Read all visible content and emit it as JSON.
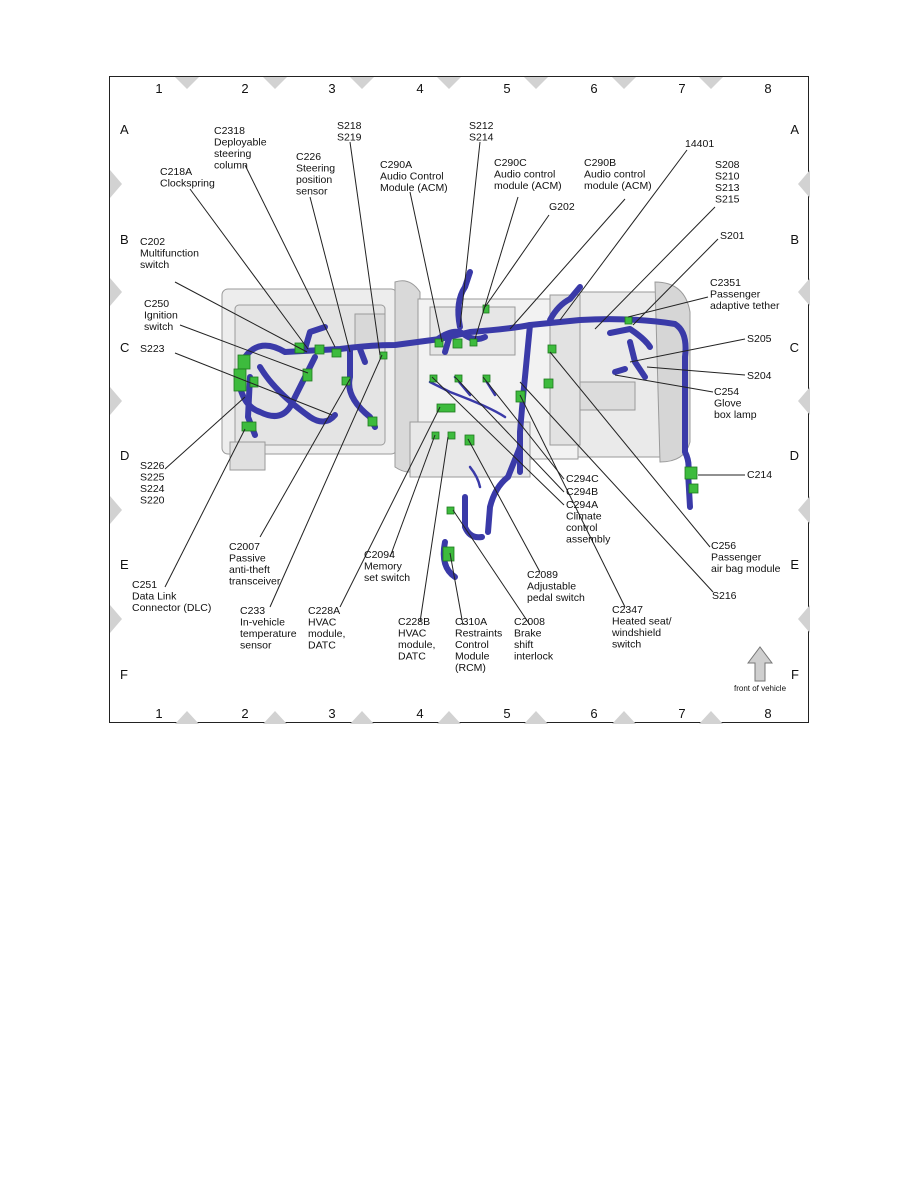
{
  "grid": {
    "columns": [
      "1",
      "2",
      "3",
      "4",
      "5",
      "6",
      "7",
      "8"
    ],
    "rows": [
      "A",
      "B",
      "C",
      "D",
      "E",
      "F"
    ]
  },
  "colors": {
    "harness": "#3a3aa8",
    "connector": "#3dbb3d",
    "frame": "#222222",
    "marker": "#d2d2d2"
  },
  "front_label": "front of vehicle",
  "callouts": [
    {
      "id": "c2318",
      "lines": [
        "C2318",
        "Deployable",
        "steering",
        "column"
      ]
    },
    {
      "id": "s218",
      "lines": [
        "S218",
        "S219"
      ]
    },
    {
      "id": "c226",
      "lines": [
        "C226",
        "Steering",
        "position",
        "sensor"
      ]
    },
    {
      "id": "c218a",
      "lines": [
        "C218A",
        "Clockspring"
      ]
    },
    {
      "id": "c290a",
      "lines": [
        "C290A",
        "Audio Control",
        "Module (ACM)"
      ]
    },
    {
      "id": "s212",
      "lines": [
        "S212",
        "S214"
      ]
    },
    {
      "id": "c290c",
      "lines": [
        "C290C",
        "Audio control",
        "module (ACM)"
      ]
    },
    {
      "id": "g202",
      "lines": [
        "G202"
      ]
    },
    {
      "id": "c290b",
      "lines": [
        "C290B",
        "Audio control",
        "module (ACM)"
      ]
    },
    {
      "id": "n14401",
      "lines": [
        "14401"
      ]
    },
    {
      "id": "s208",
      "lines": [
        "S208",
        "S210",
        "S213",
        "S215"
      ]
    },
    {
      "id": "s201",
      "lines": [
        "S201"
      ]
    },
    {
      "id": "c202",
      "lines": [
        "C202",
        "Multifunction",
        "switch"
      ]
    },
    {
      "id": "c2351",
      "lines": [
        "C2351",
        "Passenger",
        "adaptive tether"
      ]
    },
    {
      "id": "c250",
      "lines": [
        "C250",
        "Ignition",
        "switch"
      ]
    },
    {
      "id": "s205",
      "lines": [
        "S205"
      ]
    },
    {
      "id": "s223",
      "lines": [
        "S223"
      ]
    },
    {
      "id": "s204",
      "lines": [
        "S204"
      ]
    },
    {
      "id": "c254",
      "lines": [
        "C254",
        "Glove",
        "box lamp"
      ]
    },
    {
      "id": "s226",
      "lines": [
        "S226",
        "S225",
        "S224",
        "S220"
      ]
    },
    {
      "id": "c214",
      "lines": [
        "C214"
      ]
    },
    {
      "id": "c294c",
      "lines": [
        "C294C"
      ]
    },
    {
      "id": "c294b",
      "lines": [
        "C294B"
      ]
    },
    {
      "id": "c294a",
      "lines": [
        "C294A",
        "Climate",
        "control",
        "assembly"
      ]
    },
    {
      "id": "c2007",
      "lines": [
        "C2007",
        "Passive",
        "anti-theft",
        "transceiver"
      ]
    },
    {
      "id": "c256",
      "lines": [
        "C256",
        "Passenger",
        "air bag module"
      ]
    },
    {
      "id": "c2094",
      "lines": [
        "C2094",
        "Memory",
        "set switch"
      ]
    },
    {
      "id": "c2089",
      "lines": [
        "C2089",
        "Adjustable",
        "pedal switch"
      ]
    },
    {
      "id": "c251",
      "lines": [
        "C251",
        "Data Link",
        "Connector (DLC)"
      ]
    },
    {
      "id": "s216",
      "lines": [
        "S216"
      ]
    },
    {
      "id": "c233",
      "lines": [
        "C233",
        "In-vehicle",
        "temperature",
        "sensor"
      ]
    },
    {
      "id": "c228a",
      "lines": [
        "C228A",
        "HVAC",
        "module,",
        "DATC"
      ]
    },
    {
      "id": "c228b",
      "lines": [
        "C228B",
        "HVAC",
        "module,",
        "DATC"
      ]
    },
    {
      "id": "c310a",
      "lines": [
        "C310A",
        "Restraints",
        "Control",
        "Module",
        "(RCM)"
      ]
    },
    {
      "id": "c2008",
      "lines": [
        "C2008",
        "Brake",
        "shift",
        "interlock"
      ]
    },
    {
      "id": "c2347",
      "lines": [
        "C2347",
        "Heated seat/",
        "windshield",
        "switch"
      ]
    }
  ]
}
